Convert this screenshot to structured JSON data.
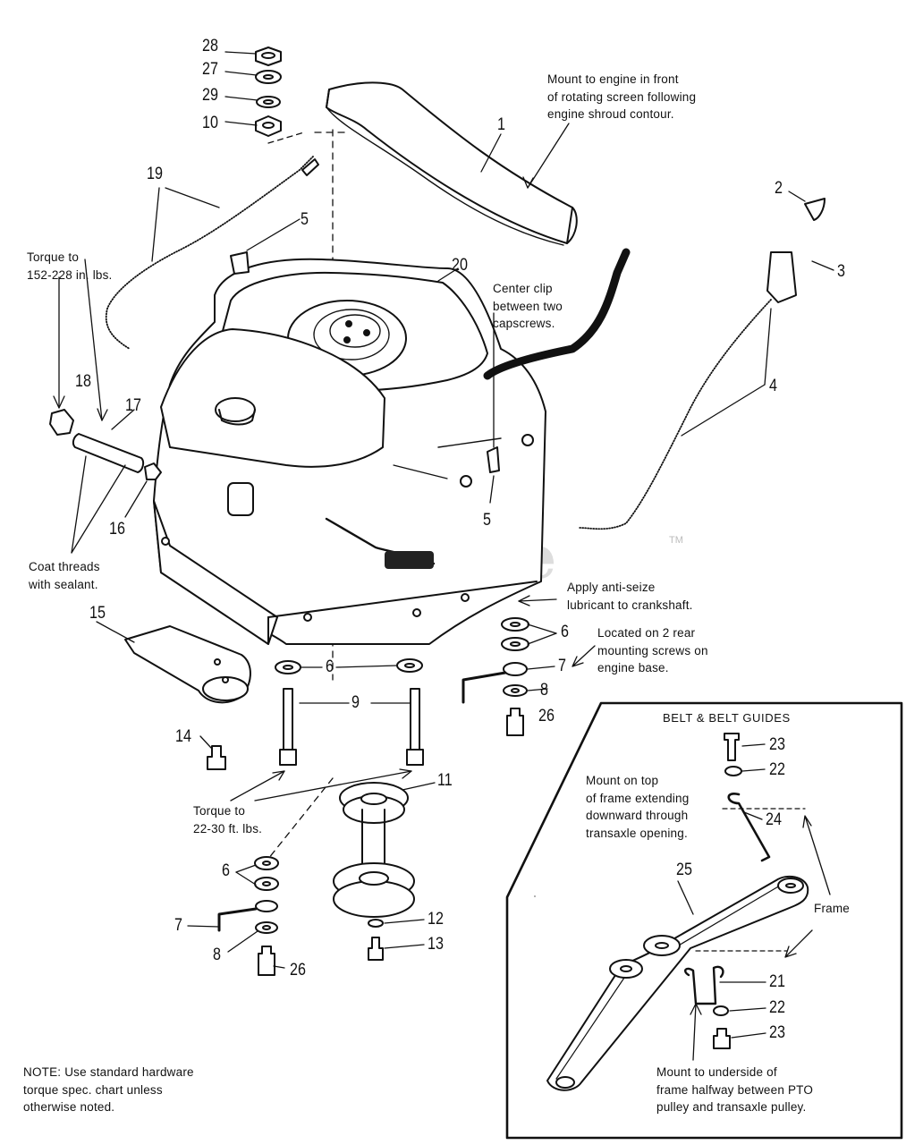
{
  "watermark": {
    "text": "PartsTree",
    "trademark": "TM"
  },
  "belt_box": {
    "title": "BELT & BELT GUIDES"
  },
  "callouts": [
    {
      "id": "n28",
      "text": "28"
    },
    {
      "id": "n27",
      "text": "27"
    },
    {
      "id": "n29",
      "text": "29"
    },
    {
      "id": "n10",
      "text": "10"
    },
    {
      "id": "n1",
      "text": "1"
    },
    {
      "id": "n2",
      "text": "2"
    },
    {
      "id": "n3",
      "text": "3"
    },
    {
      "id": "n4",
      "text": "4"
    },
    {
      "id": "n19",
      "text": "19"
    },
    {
      "id": "n5a",
      "text": "5"
    },
    {
      "id": "n20",
      "text": "20"
    },
    {
      "id": "n18",
      "text": "18"
    },
    {
      "id": "n17",
      "text": "17"
    },
    {
      "id": "n16",
      "text": "16"
    },
    {
      "id": "n5b",
      "text": "5"
    },
    {
      "id": "n15",
      "text": "15"
    },
    {
      "id": "n6a",
      "text": "6"
    },
    {
      "id": "n6b",
      "text": "6"
    },
    {
      "id": "n7a",
      "text": "7"
    },
    {
      "id": "n8a",
      "text": "8"
    },
    {
      "id": "n26a",
      "text": "26"
    },
    {
      "id": "n9",
      "text": "9"
    },
    {
      "id": "n14",
      "text": "14"
    },
    {
      "id": "n11",
      "text": "11"
    },
    {
      "id": "n6c",
      "text": "6"
    },
    {
      "id": "n7b",
      "text": "7"
    },
    {
      "id": "n8b",
      "text": "8"
    },
    {
      "id": "n26b",
      "text": "26"
    },
    {
      "id": "n12",
      "text": "12"
    },
    {
      "id": "n13",
      "text": "13"
    },
    {
      "id": "n23a",
      "text": "23"
    },
    {
      "id": "n22a",
      "text": "22"
    },
    {
      "id": "n24",
      "text": "24"
    },
    {
      "id": "n25",
      "text": "25"
    },
    {
      "id": "n21",
      "text": "21"
    },
    {
      "id": "n22b",
      "text": "22"
    },
    {
      "id": "n23b",
      "text": "23"
    }
  ],
  "notes": {
    "mount_engine": "Mount to engine in front\nof rotating screen following\nengine shroud contour.",
    "torque_152": "Torque to\n152-228 in. lbs.",
    "center_clip": "Center clip\nbetween two\ncapscrews.",
    "coat_threads": "Coat threads\nwith sealant.",
    "anti_seize": "Apply anti-seize\nlubricant to crankshaft.",
    "rear_screws": "Located on 2 rear\nmounting screws on\nengine base.",
    "torque_22": "Torque to\n22-30 ft. lbs.",
    "mount_top": "Mount on top\nof frame extending\ndownward through\ntransaxle opening.",
    "frame": "Frame",
    "mount_under": "Mount to underside of\nframe halfway between PTO\npulley and transaxle pulley.",
    "note_hardware": "NOTE: Use standard hardware\ntorque spec. chart unless\notherwise noted."
  }
}
